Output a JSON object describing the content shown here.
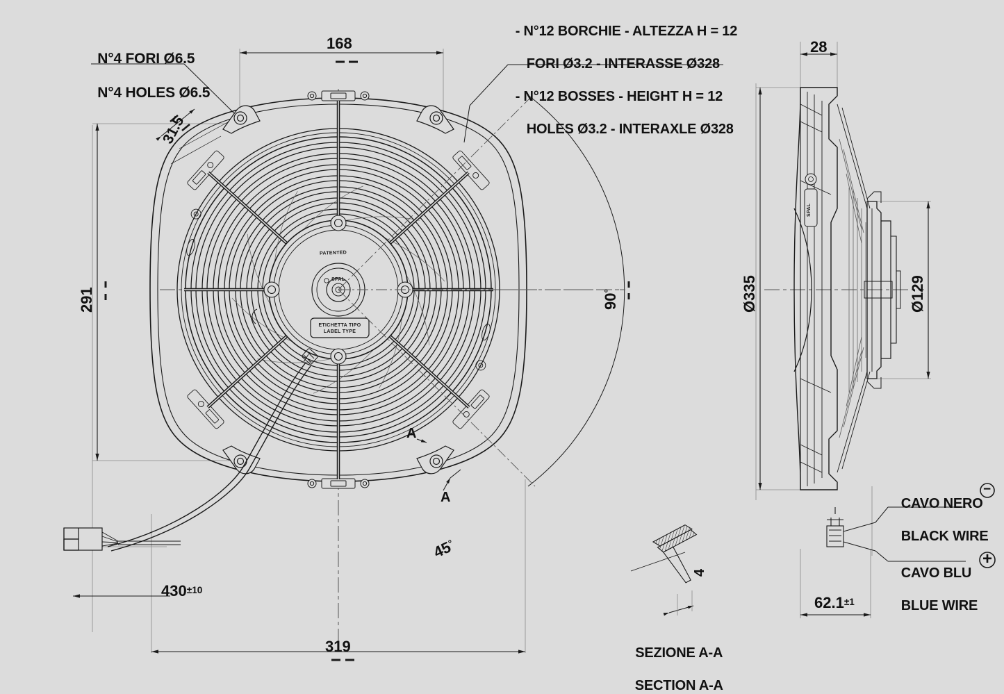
{
  "drawing": {
    "title": "SPAL axial fan assembly drawing",
    "background_color": "#dcdcdc",
    "line_color": "#1a1a1a"
  },
  "notes": {
    "holes_note": {
      "line_it": "N°4 FORI Ø6.5",
      "line_en": "N°4 HOLES Ø6.5"
    },
    "bosses_note": {
      "line1": "- N°12 BORCHIE - ALTEZZA H = 12",
      "line2": "FORI Ø3.2 - INTERASSE Ø328",
      "line3": "- N°12 BOSSES - HEIGHT H = 12",
      "line4": "HOLES Ø3.2 - INTERAXLE Ø328"
    }
  },
  "dimensions": {
    "top_width": "168",
    "bolt_offset": "31.5",
    "left_height": "291",
    "overall_width": "319",
    "cable_length_value": "430",
    "cable_length_tol": "±10",
    "angle_90": "90",
    "angle_45": "45",
    "side_thickness": "28",
    "outer_diameter": "Ø335",
    "motor_diameter": "Ø129",
    "depth_value": "62.1",
    "depth_tol": "±1",
    "section_thickness": "4"
  },
  "labels": {
    "section_marker": "A",
    "section_title_it": "SEZIONE A-A",
    "section_title_en": "SECTION A-A",
    "patented": "PATENTED",
    "brand": "SPAL",
    "label_type_it": "ETICHETTA TIPO",
    "label_type_en": "LABEL TYPE"
  },
  "wires": {
    "black": {
      "line_it": "CAVO NERO",
      "line_en": "BLACK WIRE",
      "polarity": "−"
    },
    "blue": {
      "line_it": "CAVO BLU",
      "line_en": "BLUE WIRE",
      "polarity": "+"
    }
  }
}
